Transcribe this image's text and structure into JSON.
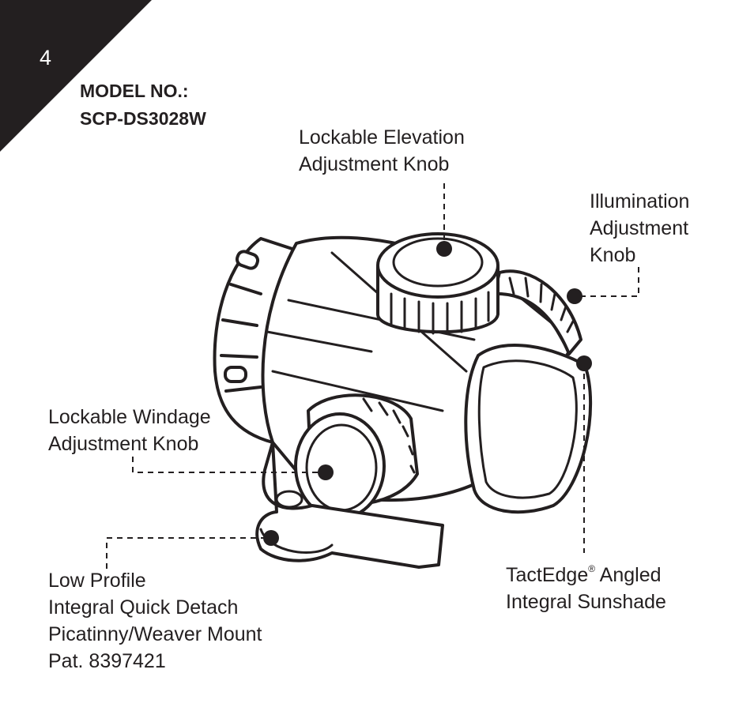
{
  "page": {
    "number": "4",
    "model_label": "MODEL NO.:",
    "model_number": "SCP-DS3028W"
  },
  "callouts": {
    "elevation": {
      "line1": "Lockable Elevation",
      "line2": "Adjustment Knob"
    },
    "illumination": {
      "line1": "Illumination",
      "line2": "Adjustment",
      "line3": "Knob"
    },
    "windage": {
      "line1": "Lockable Windage",
      "line2": "Adjustment Knob"
    },
    "mount": {
      "line1": "Low Profile",
      "line2": "Integral Quick Detach",
      "line3": "Picatinny/Weaver Mount",
      "line4": "Pat. 8397421"
    },
    "sunshade": {
      "brand": "TactEdge",
      "mark": "®",
      "line1_rest": " Angled",
      "line2": "Integral Sunshade"
    }
  },
  "colors": {
    "ink": "#231f20",
    "paper": "#ffffff"
  }
}
